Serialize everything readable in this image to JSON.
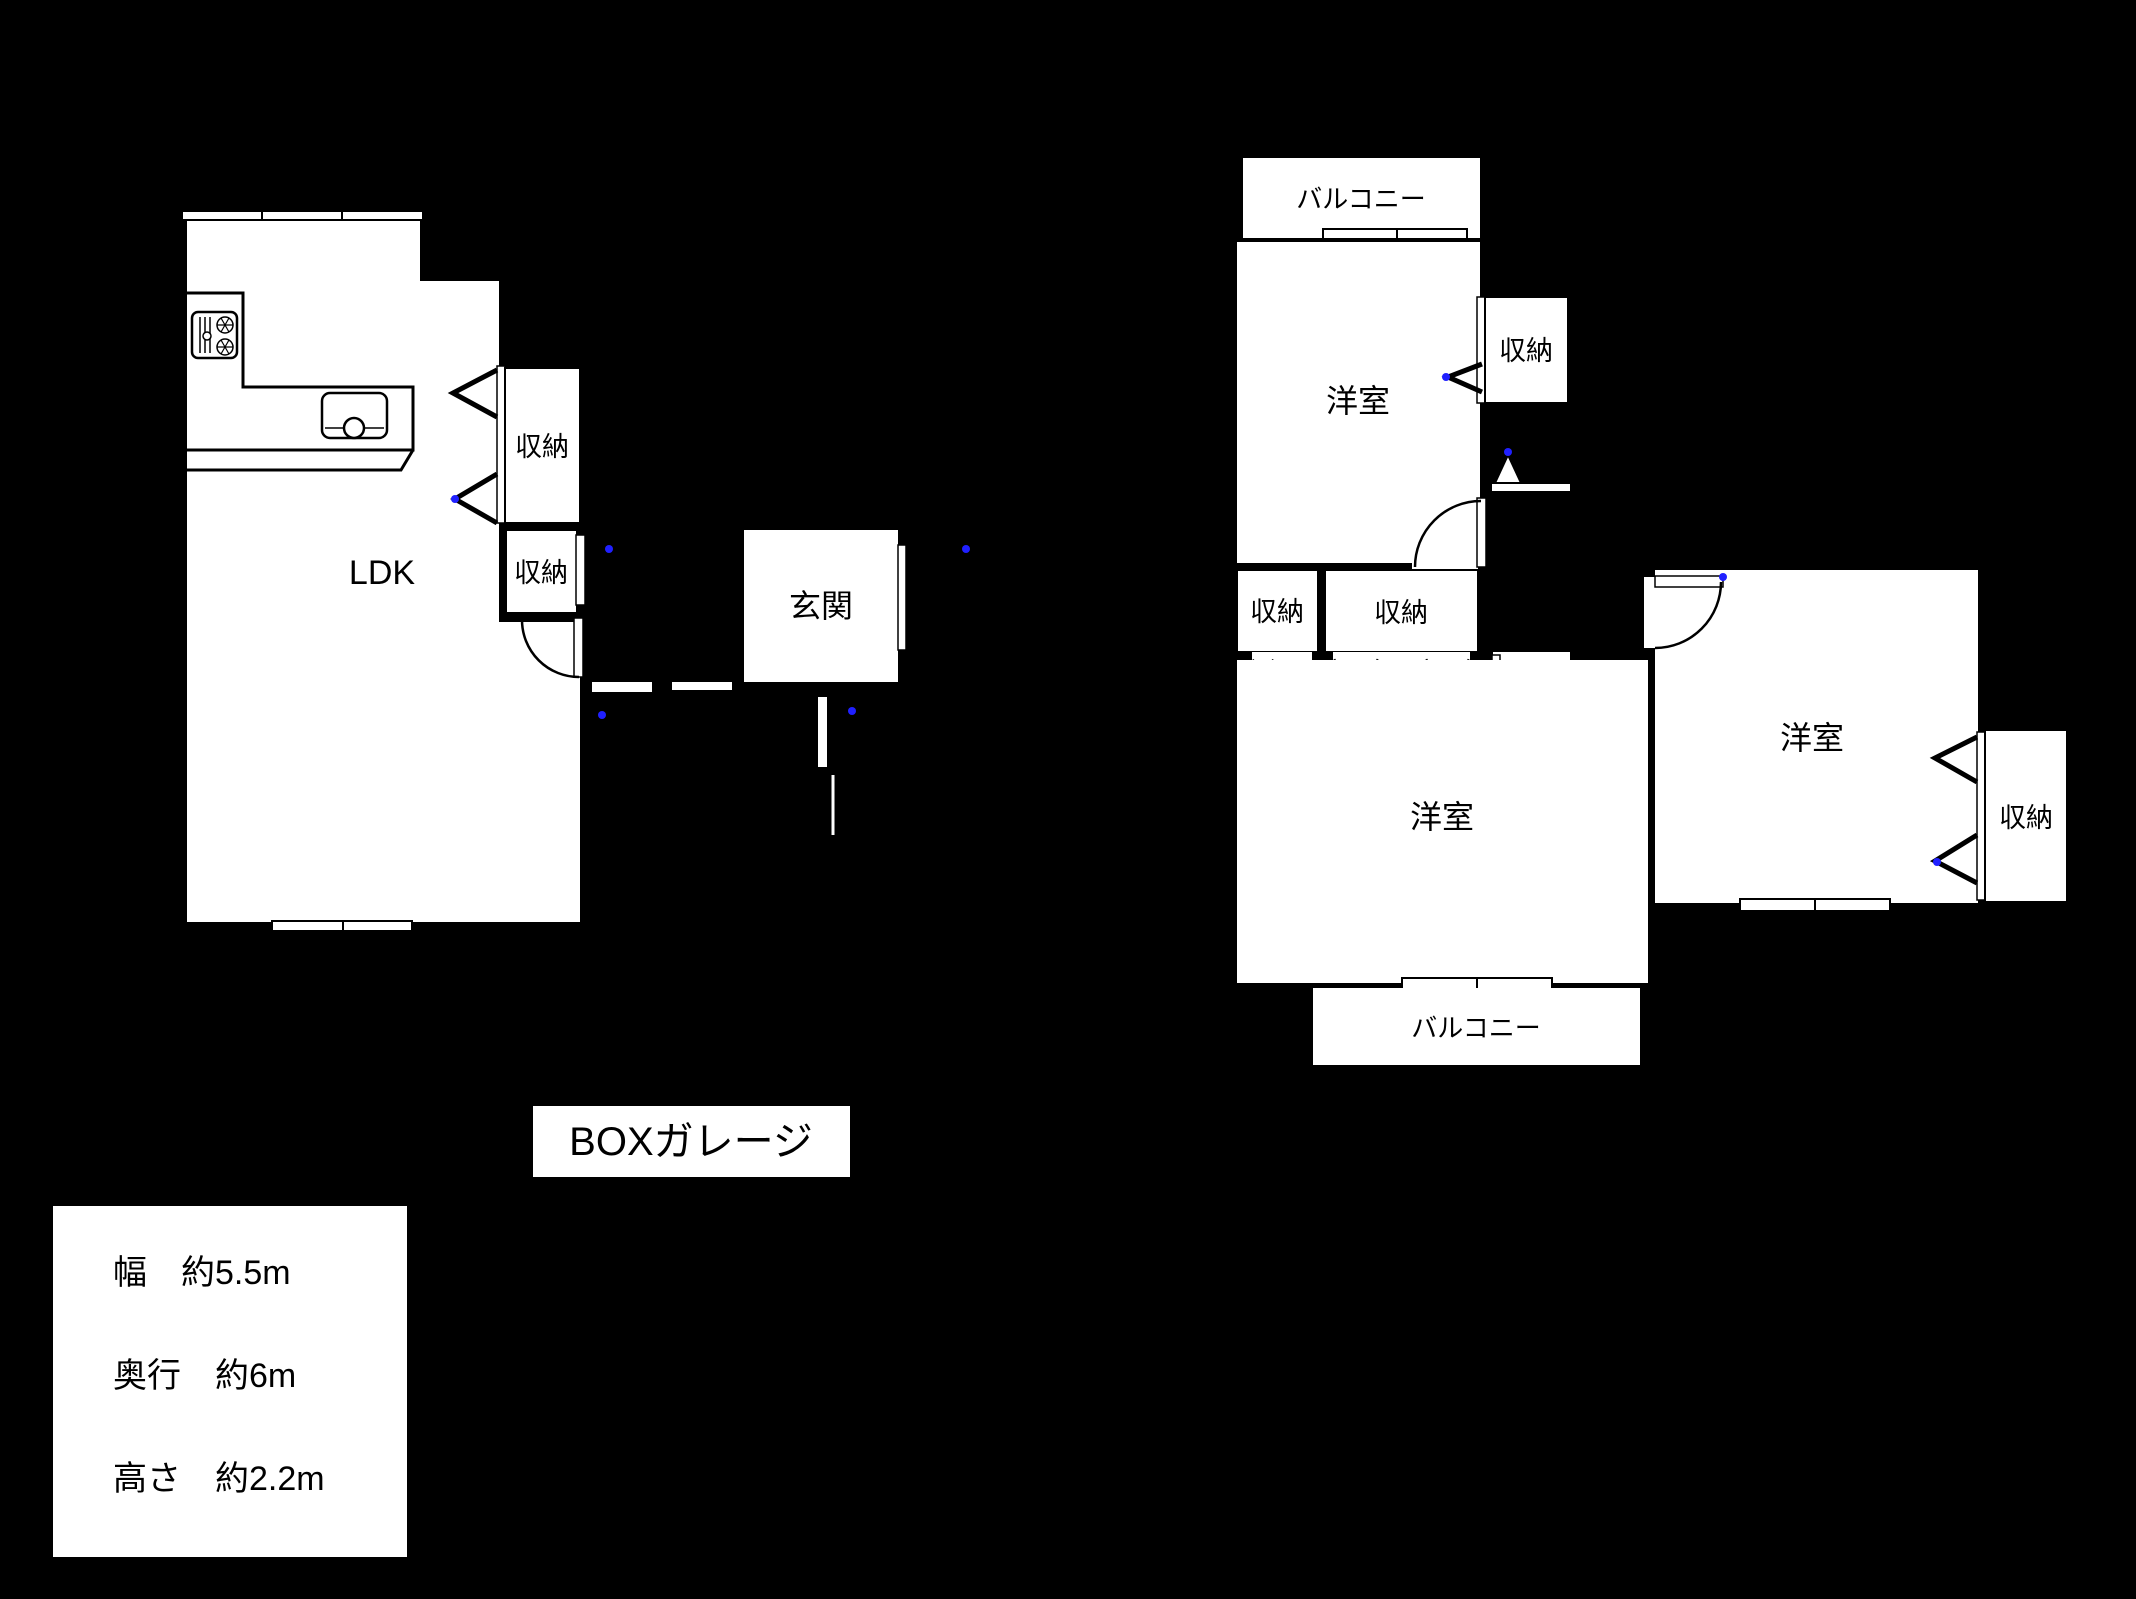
{
  "colors": {
    "background": "#000000",
    "room_fill": "#ffffff",
    "line": "#000000",
    "pivot_dot": "#2020ff"
  },
  "floor1": {
    "ldk": "LDK",
    "entrance": "玄関",
    "closet_upper": "収納",
    "closet_lower": "収納"
  },
  "floor2": {
    "balcony_top": "バルコニー",
    "bedroom_top": "洋室",
    "closet_top_right": "収納",
    "closet_left": "収納",
    "closet_center": "収納",
    "bedroom_main": "洋室",
    "balcony_bottom": "バルコニー",
    "bedroom_right": "洋室",
    "closet_right": "収納"
  },
  "garage": {
    "label": "BOXガレージ",
    "specs": [
      "幅　約5.5m",
      "奥行　約6m",
      "高さ　約2.2m"
    ]
  }
}
